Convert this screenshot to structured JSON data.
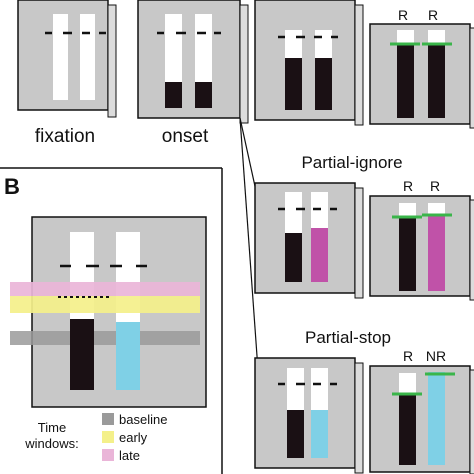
{
  "colors": {
    "panel": "#c8c8c8",
    "bar_white": "#ffffff",
    "bar_black": "#1a1014",
    "magenta": "#c052a8",
    "cyan": "#7fd0e6",
    "green": "#3ab54a",
    "baseline": "#9a9a9a",
    "early": "#f4f08a",
    "late": "#eab5d8"
  },
  "stages": {
    "fixation": "fixation",
    "onset": "onset"
  },
  "trials": {
    "partial_ignore": "Partial-ignore",
    "partial_stop": "Partial-stop"
  },
  "responses": {
    "go_left": "R",
    "go_right": "R",
    "ignore_left": "R",
    "ignore_right": "R",
    "stop_left": "R",
    "stop_right": "NR"
  },
  "panel_b": {
    "letter": "B",
    "time_windows_line1": "Time",
    "time_windows_line2": "windows:",
    "legend": [
      {
        "label": "baseline",
        "color": "#9a9a9a"
      },
      {
        "label": "early",
        "color": "#f4f08a"
      },
      {
        "label": "late",
        "color": "#eab5d8"
      }
    ]
  }
}
